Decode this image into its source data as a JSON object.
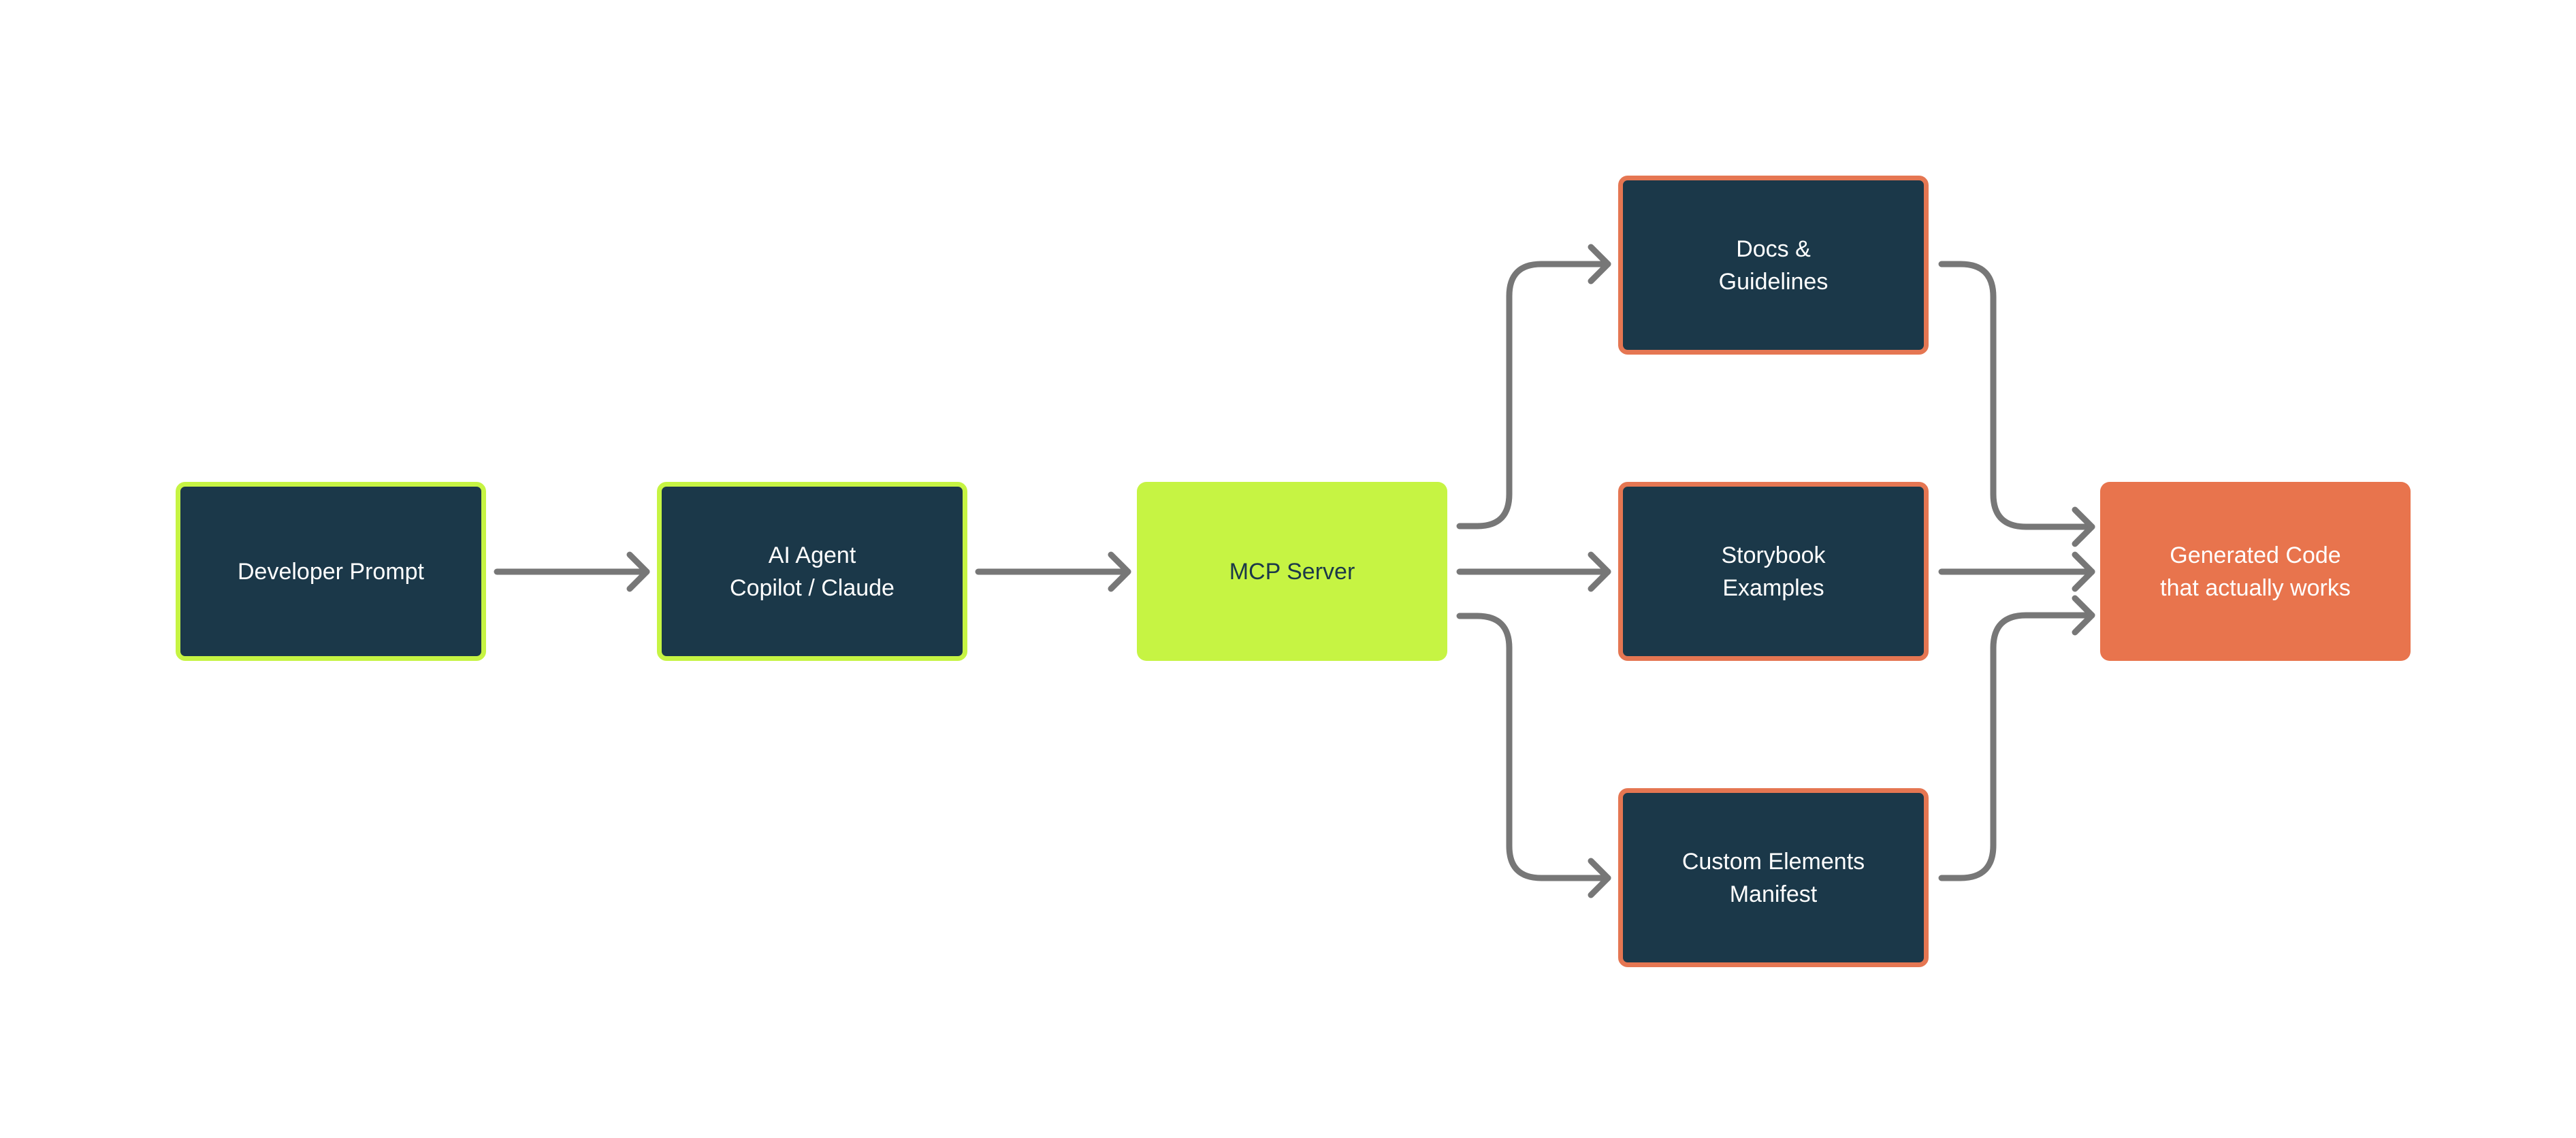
{
  "diagram": {
    "nodes": {
      "developer_prompt": {
        "lines": [
          "Developer Prompt"
        ]
      },
      "ai_agent": {
        "lines": [
          "AI Agent",
          "Copilot / Claude"
        ]
      },
      "mcp_server": {
        "lines": [
          "MCP Server"
        ]
      },
      "docs": {
        "lines": [
          "Docs &",
          "Guidelines"
        ]
      },
      "storybook": {
        "lines": [
          "Storybook",
          "Examples"
        ]
      },
      "manifest": {
        "lines": [
          "Custom Elements",
          "Manifest"
        ]
      },
      "generated_code": {
        "lines": [
          "Generated Code",
          "that actually works"
        ]
      }
    },
    "colors": {
      "dark_fill": "#1b3849",
      "lime": "#c6f443",
      "orange": "#e8744d",
      "orange_border": "#e57652",
      "connector": "#777777",
      "background": "#ffffff"
    }
  }
}
